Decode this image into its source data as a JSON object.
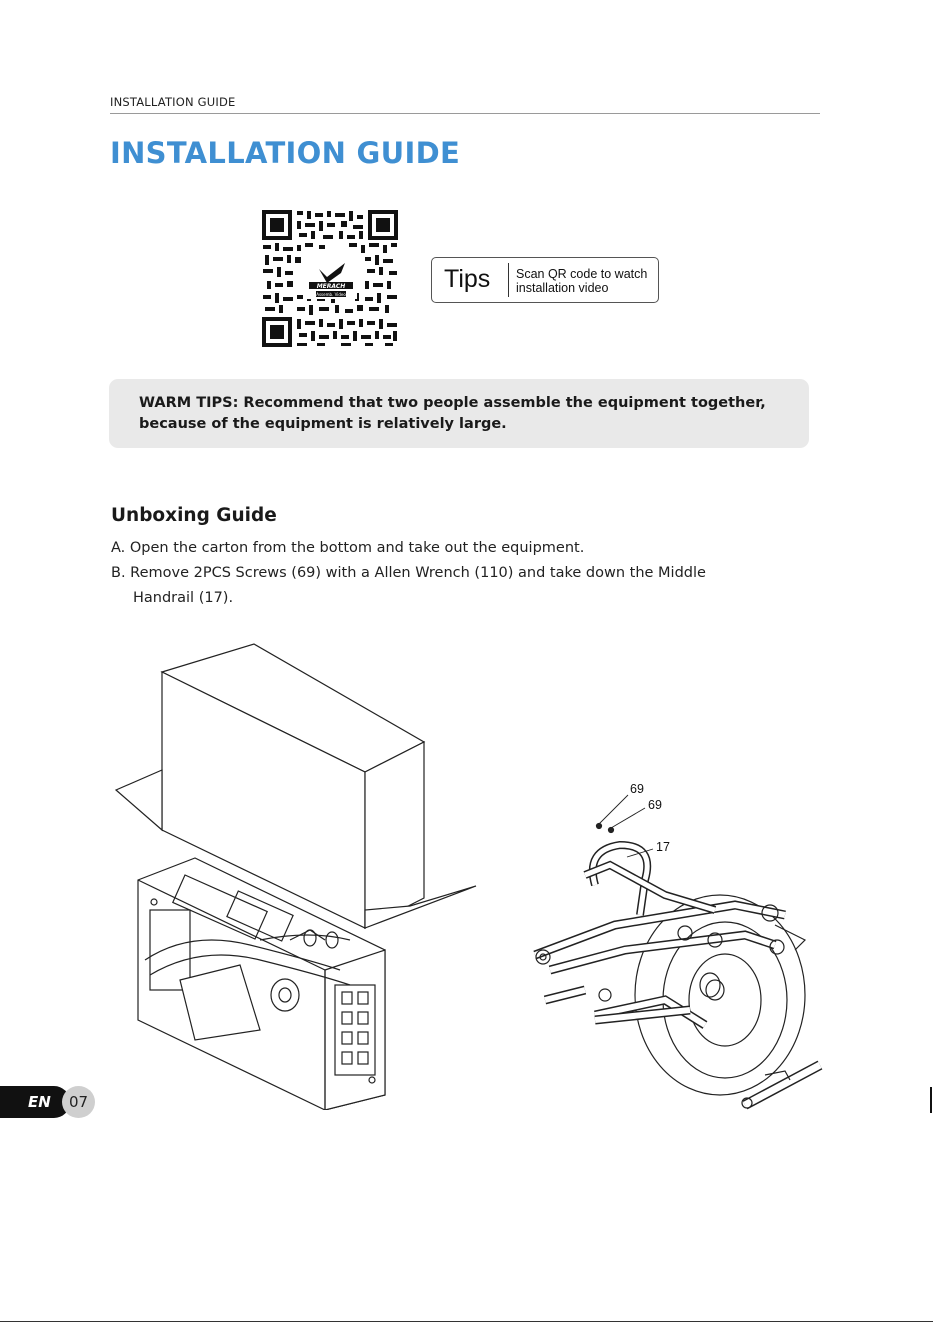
{
  "header": {
    "running_title": "INSTALLATION GUIDE"
  },
  "title": "INSTALLATION GUIDE",
  "qr": {
    "brand": "MERACH",
    "caption": "Assemb. Video"
  },
  "tips": {
    "label": "Tips",
    "text": "Scan QR code to watch installation video"
  },
  "warm_tips": "WARM TIPS: Recommend that two people assemble the equipment together, because of the equipment is relatively large.",
  "unboxing": {
    "heading": "Unboxing Guide",
    "step_a": "A. Open the carton from the bottom and take out the equipment.",
    "step_b_line1": "B. Remove 2PCS Screws (69) with a Allen Wrench (110) and take down the Middle",
    "step_b_line2": "Handrail (17)."
  },
  "callouts": {
    "c1": "69",
    "c2": "69",
    "c3": "17"
  },
  "footer": {
    "lang": "EN",
    "page": "07"
  }
}
